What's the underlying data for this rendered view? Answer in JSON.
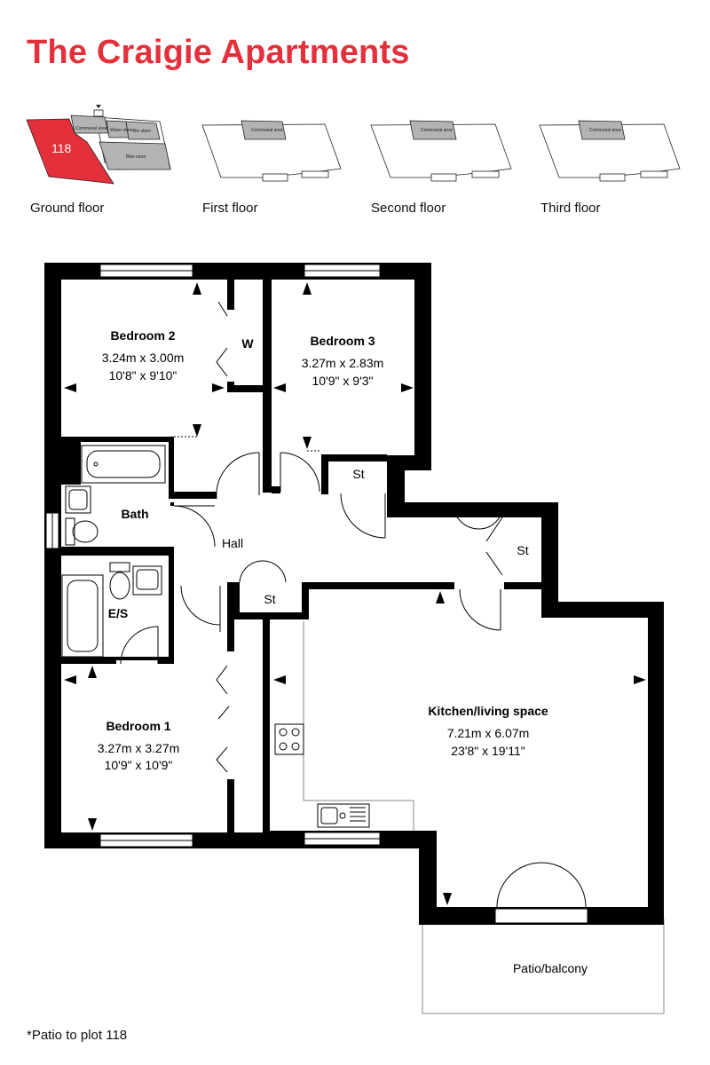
{
  "title": "The Craigie Apartments",
  "key_plan": {
    "plot_number": "118",
    "plot_color": "#e4303b",
    "floors": [
      "Ground floor",
      "First floor",
      "Second floor",
      "Third floor"
    ],
    "labels": {
      "communal": "Communal area",
      "water": "Water store",
      "bin": "Bin store",
      "bike": "Bike store"
    }
  },
  "rooms": {
    "bedroom2": {
      "name": "Bedroom 2",
      "metric": "3.24m x 3.00m",
      "imperial": "10'8\" x 9'10\""
    },
    "bedroom3": {
      "name": "Bedroom 3",
      "metric": "3.27m x 2.83m",
      "imperial": "10'9\" x 9'3\""
    },
    "bedroom1": {
      "name": "Bedroom 1",
      "metric": "3.27m x 3.27m",
      "imperial": "10'9\" x 10'9\""
    },
    "kitchen": {
      "name": "Kitchen/living space",
      "metric": "7.21m x 6.07m",
      "imperial": "23'8\" x 19'11\""
    },
    "bath": "Bath",
    "ensuite": "E/S",
    "hall": "Hall",
    "wardrobe": "W",
    "store": "St",
    "patio": "Patio/balcony"
  },
  "footnote": "*Patio to plot 118"
}
